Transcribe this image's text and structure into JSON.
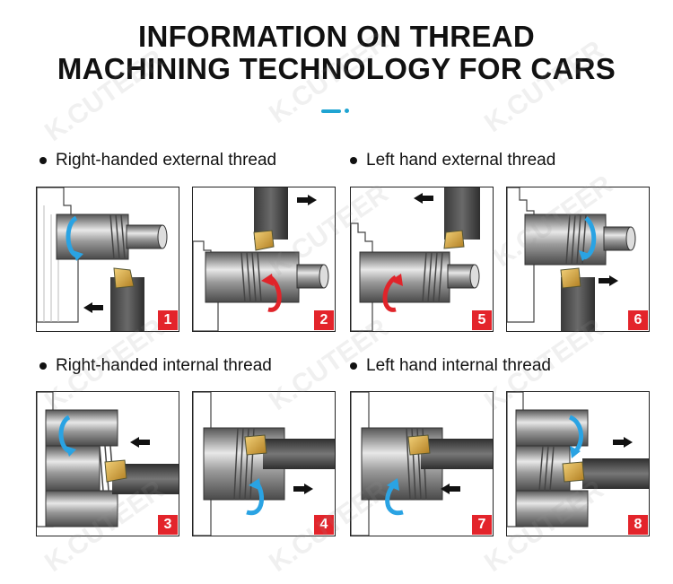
{
  "title_line1": "INFORMATION ON THREAD",
  "title_line2": "MACHINING TECHNOLOGY FOR CARS",
  "sections": {
    "rh_external": "Right-handed external thread",
    "lh_external": "Left hand external thread",
    "rh_internal": "Right-handed internal thread",
    "lh_internal": "Left hand internal thread"
  },
  "badges": {
    "p1": "1",
    "p2": "2",
    "p3": "3",
    "p4": "4",
    "p5": "5",
    "p6": "6",
    "p7": "7",
    "p8": "8"
  },
  "watermark": "K.CUTEER",
  "colors": {
    "accent": "#1fa4d2",
    "badge": "#e3242b",
    "arrow_blue": "#2aa3e3",
    "arrow_red": "#e0242a",
    "insert_gold": "#d9a53a"
  }
}
